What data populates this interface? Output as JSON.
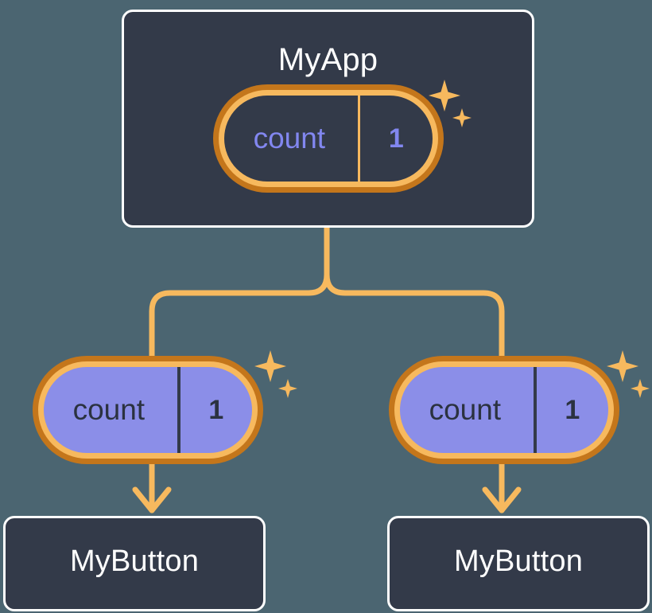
{
  "diagram": {
    "title": "MyApp component tree with shared count state",
    "background_color": "#4b6571",
    "accent_color": "#f7b95e",
    "accent_dark_color": "#c4761b",
    "card_fill_color": "#333a49",
    "state_purple_color": "#8b8ee8",
    "state_text_color": "#8287f0"
  },
  "root": {
    "label": "MyApp",
    "state": {
      "key": "count",
      "value": "1",
      "sparkle_icon": "sparkle-icon"
    }
  },
  "branches": [
    {
      "state": {
        "key": "count",
        "value": "1",
        "sparkle_icon": "sparkle-icon"
      },
      "child": {
        "label": "MyButton"
      }
    },
    {
      "state": {
        "key": "count",
        "value": "1",
        "sparkle_icon": "sparkle-icon"
      },
      "child": {
        "label": "MyButton"
      }
    }
  ]
}
